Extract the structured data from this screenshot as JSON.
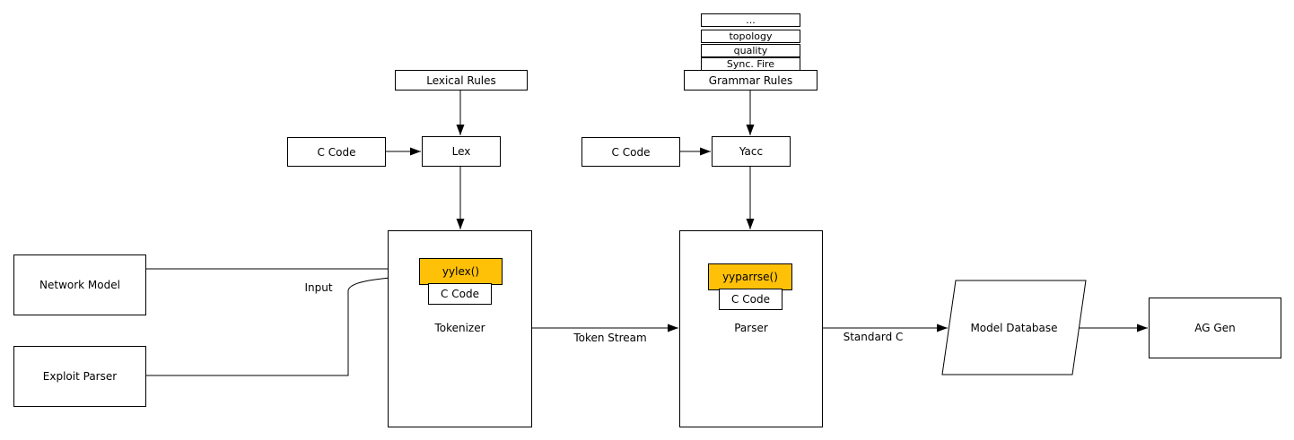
{
  "colors": {
    "highlight": "#FFC107",
    "line": "#000000",
    "background": "#FFFFFF"
  },
  "stack": {
    "items": [
      "...",
      "topology",
      "quality",
      "Sync. Fire"
    ]
  },
  "nodes": {
    "grammar_rules": {
      "label": "Grammar Rules"
    },
    "lexical_rules": {
      "label": "Lexical Rules"
    },
    "c_code_lex": {
      "label": "C Code"
    },
    "lex": {
      "label": "Lex"
    },
    "c_code_yacc": {
      "label": "C Code"
    },
    "yacc": {
      "label": "Yacc"
    },
    "network_model": {
      "label": "Network Model"
    },
    "exploit_parser": {
      "label": "Exploit Parser"
    },
    "tokenizer": {
      "label": "Tokenizer",
      "function": "yylex()",
      "code": "C Code"
    },
    "parser": {
      "label": "Parser",
      "function": "yyparrse()",
      "code": "C Code"
    },
    "model_database": {
      "label": "Model Database"
    },
    "ag_gen": {
      "label": "AG Gen"
    }
  },
  "edge_labels": {
    "input": "Input",
    "token_stream": "Token Stream",
    "standard_c": "Standard C"
  }
}
